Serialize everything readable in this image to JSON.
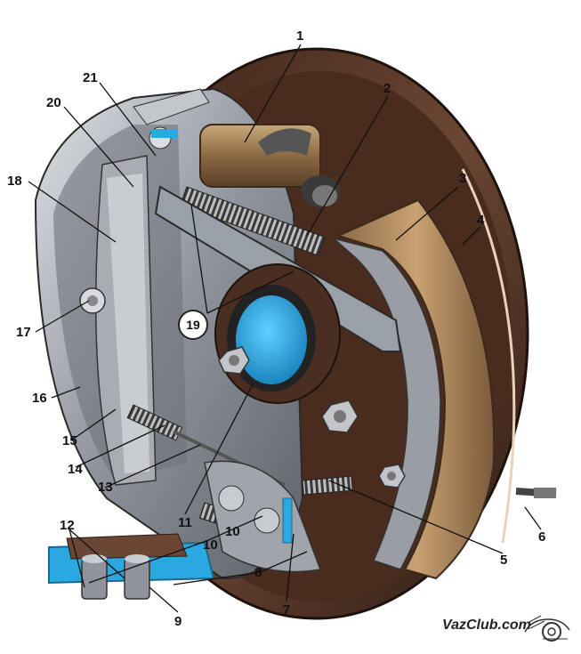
{
  "diagram": {
    "callouts": [
      "1",
      "2",
      "3",
      "4",
      "5",
      "6",
      "7",
      "8",
      "9",
      "10",
      "10",
      "11",
      "12",
      "13",
      "14",
      "15",
      "16",
      "17",
      "18",
      "19",
      "20",
      "21"
    ],
    "highlight_label": "19"
  },
  "brand": {
    "text": "VazClub.com"
  },
  "colors": {
    "drum": "#5a3a2a",
    "shoe_lining": "#b08a5c",
    "backing_plate": "#8c8f96",
    "hub_center": "#2aa8e0",
    "spring": "#3a3a3a",
    "inset_plate": "#2aa8e0"
  }
}
